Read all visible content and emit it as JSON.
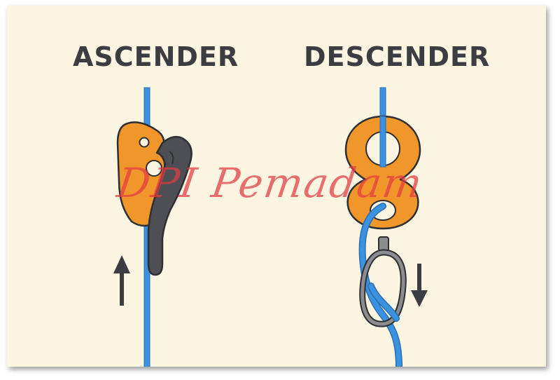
{
  "labels": {
    "ascender": "ASCENDER",
    "descender": "DESCENDER"
  },
  "watermark": "DPI Pemadam",
  "icons": {
    "ascender_arrow": "arrow-up-icon",
    "descender_arrow": "arrow-down-icon"
  },
  "colors": {
    "background": "#fbf5e2",
    "rope": "#3a92e0",
    "device_orange": "#f0962a",
    "cam_gray": "#4d4f55",
    "carabiner_gray": "#8a8c90",
    "label_text": "#3b3d42",
    "watermark": "#e23b42"
  }
}
